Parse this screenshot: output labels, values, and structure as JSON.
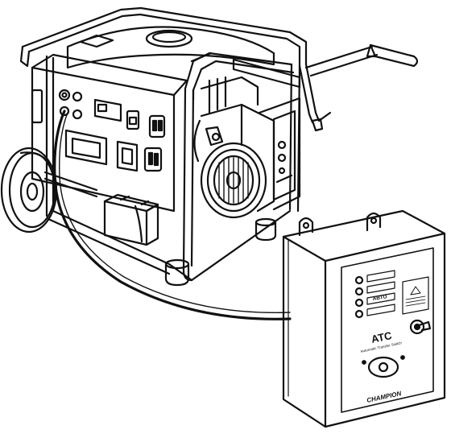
{
  "ats_box": {
    "title": "ATC",
    "subtitle": "Automatic Transfer Switch",
    "indicators": [
      "",
      "",
      "АВТО",
      ""
    ],
    "brand": "CHAMPION"
  }
}
